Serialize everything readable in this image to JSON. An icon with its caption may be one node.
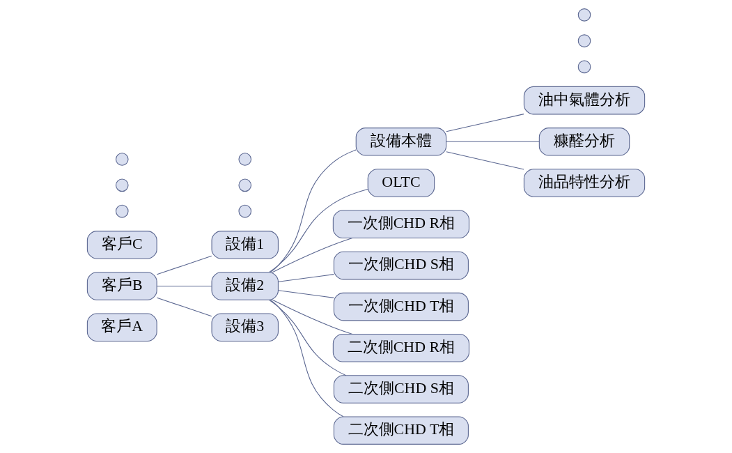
{
  "diagram": {
    "nodes": [
      {
        "text": [
          "客戶A"
        ]
      },
      {
        "text": [
          "客戶B"
        ]
      },
      {
        "text": [
          "客戶C"
        ]
      },
      {
        "text": [],
        "shape": "circle"
      },
      {
        "text": [],
        "shape": "circle"
      },
      {
        "text": [],
        "shape": "circle"
      },
      {
        "text": [
          "設備1"
        ]
      },
      {
        "text": [
          "設備2"
        ]
      },
      {
        "text": [
          "設備3"
        ]
      },
      {
        "text": [],
        "shape": "circle"
      },
      {
        "text": [],
        "shape": "circle"
      },
      {
        "text": [],
        "shape": "circle"
      },
      {
        "text": [
          "設備本體"
        ]
      },
      {
        "text": [
          "OLTC"
        ]
      },
      {
        "text": [
          "一次側CHD R相"
        ]
      },
      {
        "text": [
          "一次側CHD S相"
        ]
      },
      {
        "text": [
          "一次側CHD T相"
        ]
      },
      {
        "text": [
          "二次側CHD R相"
        ]
      },
      {
        "text": [
          "二次側CHD S相"
        ]
      },
      {
        "text": [
          "二次側CHD T相"
        ]
      },
      {
        "text": [
          "油中氣體分析"
        ]
      },
      {
        "text": [
          "糠醛分析"
        ]
      },
      {
        "text": [
          "油品特性分析"
        ]
      },
      {
        "text": [],
        "shape": "circle"
      },
      {
        "text": [],
        "shape": "circle"
      },
      {
        "text": [],
        "shape": "circle"
      }
    ],
    "edges": [
      {
        "from": 1,
        "to": 6,
        "arrow": "none"
      },
      {
        "from": 1,
        "to": 7,
        "arrow": "none"
      },
      {
        "from": 1,
        "to": 8,
        "arrow": "none"
      },
      {
        "from": 7,
        "to": 12,
        "arrow": "none"
      },
      {
        "from": 7,
        "to": 13,
        "arrow": "none"
      },
      {
        "from": 7,
        "to": 14,
        "arrow": "none"
      },
      {
        "from": 7,
        "to": 15,
        "arrow": "none"
      },
      {
        "from": 7,
        "to": 16,
        "arrow": "none"
      },
      {
        "from": 7,
        "to": 17,
        "arrow": "none"
      },
      {
        "from": 7,
        "to": 18,
        "arrow": "none"
      },
      {
        "from": 7,
        "to": 19,
        "arrow": "none"
      },
      {
        "from": 12,
        "to": 20,
        "arrow": "none"
      },
      {
        "from": 12,
        "to": 21,
        "arrow": "none"
      },
      {
        "from": 12,
        "to": 22,
        "arrow": "none"
      }
    ]
  }
}
